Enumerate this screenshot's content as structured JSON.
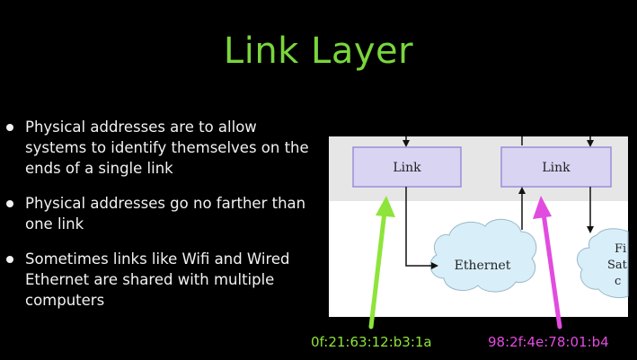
{
  "slide": {
    "title": "Link Layer",
    "bullets": [
      "Physical addresses are to allow systems to identify themselves on the ends of a single link",
      "Physical addresses go no farther than one link",
      "Sometimes links like Wifi and Wired Ethernet are shared with multiple computers"
    ]
  },
  "diagram": {
    "link_left": "Link",
    "link_right": "Link",
    "cloud_ethernet": "Ethernet",
    "cloud_partial_line1": "Fi",
    "cloud_partial_line2": "Sat",
    "cloud_partial_line3": "c",
    "address_green": "0f:21:63:12:b3:1a",
    "address_magenta": "98:2f:4e:78:01:b4"
  },
  "colors": {
    "title": "#7ad63c",
    "green_arrow": "#8ee43a",
    "magenta_arrow": "#e24be0",
    "link_box_fill": "#d9d4f2",
    "link_box_border": "#9b8ed6",
    "band": "#e6e6e6",
    "cloud": "#d8eef8"
  }
}
